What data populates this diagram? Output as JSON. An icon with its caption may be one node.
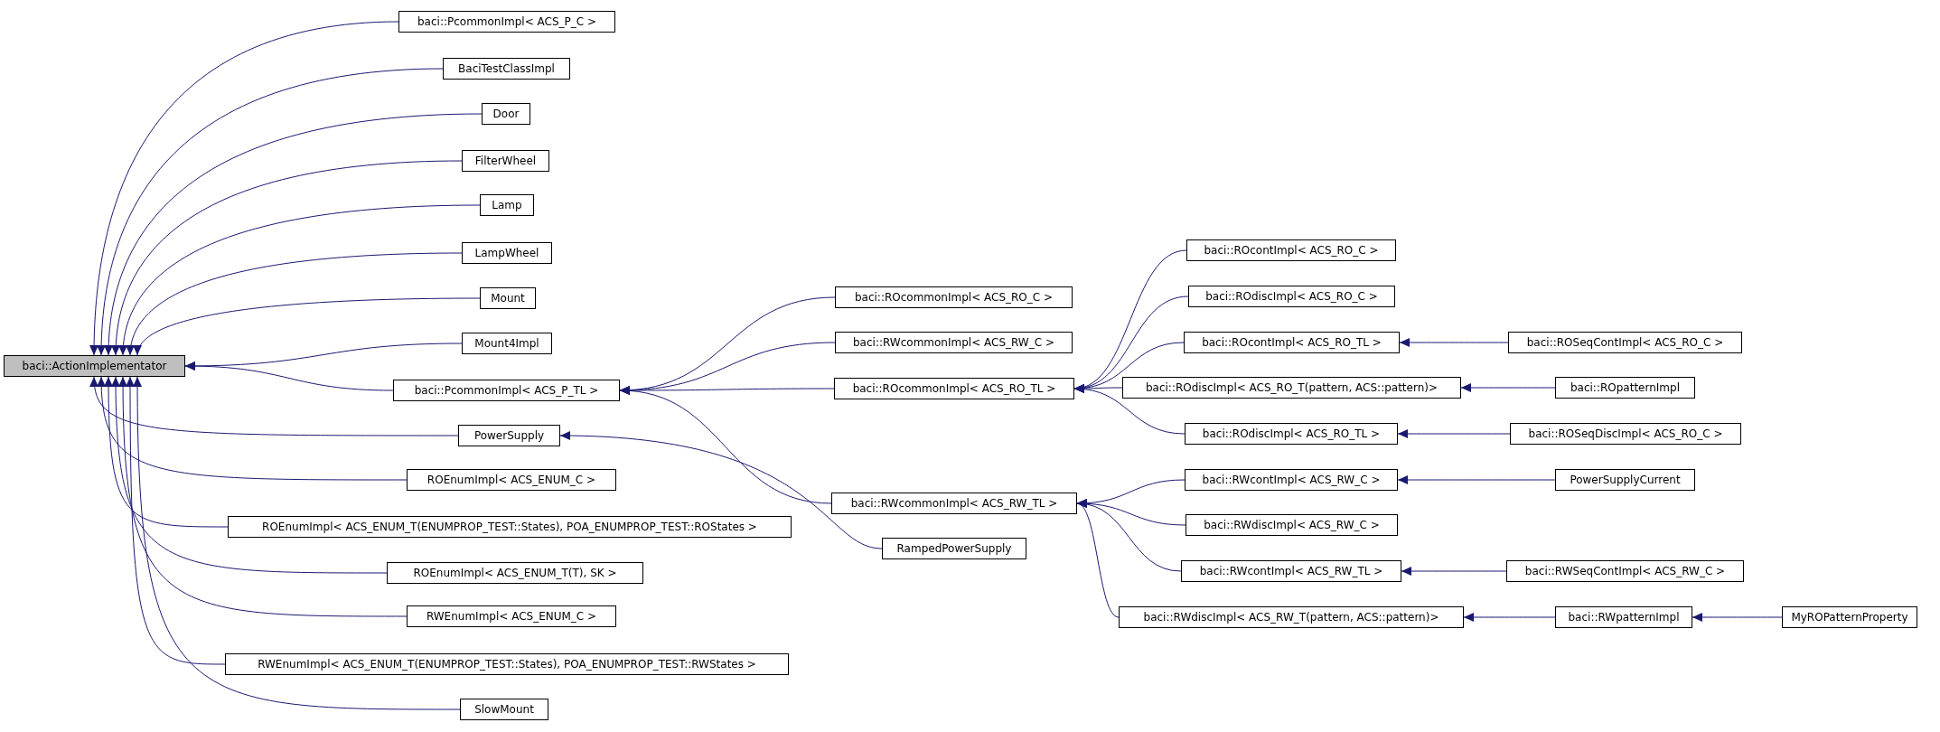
{
  "diagram": {
    "nodes": [
      {
        "text": [
          "baci::ActionImplementator"
        ]
      },
      {
        "text": [
          "baci::PcommonImpl< ACS_P_C >"
        ]
      },
      {
        "text": [
          "BaciTestClassImpl"
        ]
      },
      {
        "text": [
          "Door"
        ]
      },
      {
        "text": [
          "FilterWheel"
        ]
      },
      {
        "text": [
          "Lamp"
        ]
      },
      {
        "text": [
          "LampWheel"
        ]
      },
      {
        "text": [
          "Mount"
        ]
      },
      {
        "text": [
          "Mount4Impl"
        ]
      },
      {
        "text": [
          "baci::PcommonImpl< ACS_P_TL >"
        ]
      },
      {
        "text": [
          "PowerSupply"
        ]
      },
      {
        "text": [
          "ROEnumImpl< ACS_ENUM_C >"
        ]
      },
      {
        "text": [
          "ROEnumImpl< ACS_ENUM_T(ENUMPROP_TEST::States), POA_ENUMPROP_TEST::ROStates >"
        ]
      },
      {
        "text": [
          "ROEnumImpl< ACS_ENUM_T(T), SK >"
        ]
      },
      {
        "text": [
          "RWEnumImpl< ACS_ENUM_C >"
        ]
      },
      {
        "text": [
          "RWEnumImpl< ACS_ENUM_T(ENUMPROP_TEST::States), POA_ENUMPROP_TEST::RWStates >"
        ]
      },
      {
        "text": [
          "SlowMount"
        ]
      },
      {
        "text": [
          "baci::ROcommonImpl< ACS_RO_C >"
        ]
      },
      {
        "text": [
          "baci::RWcommonImpl< ACS_RW_C >"
        ]
      },
      {
        "text": [
          "baci::ROcommonImpl< ACS_RO_TL >"
        ]
      },
      {
        "text": [
          "baci::RWcommonImpl< ACS_RW_TL >"
        ]
      },
      {
        "text": [
          "RampedPowerSupply"
        ]
      },
      {
        "text": [
          "baci::ROcontImpl< ACS_RO_C >"
        ]
      },
      {
        "text": [
          "baci::ROdiscImpl< ACS_RO_C >"
        ]
      },
      {
        "text": [
          "baci::ROcontImpl< ACS_RO_TL >"
        ]
      },
      {
        "text": [
          "baci::ROdiscImpl< ACS_RO_T(pattern, ACS::pattern)>"
        ]
      },
      {
        "text": [
          "baci::ROdiscImpl< ACS_RO_TL >"
        ]
      },
      {
        "text": [
          "baci::RWcontImpl< ACS_RW_C >"
        ]
      },
      {
        "text": [
          "baci::RWdiscImpl< ACS_RW_C >"
        ]
      },
      {
        "text": [
          "baci::RWcontImpl< ACS_RW_TL >"
        ]
      },
      {
        "text": [
          "baci::RWdiscImpl< ACS_RW_T(pattern, ACS::pattern)>"
        ]
      },
      {
        "text": [
          "baci::ROSeqContImpl< ACS_RO_C >"
        ]
      },
      {
        "text": [
          "baci::ROpatternImpl"
        ]
      },
      {
        "text": [
          "baci::ROSeqDiscImpl< ACS_RO_C >"
        ]
      },
      {
        "text": [
          "PowerSupplyCurrent"
        ]
      },
      {
        "text": [
          "baci::RWSeqContImpl< ACS_RW_C >"
        ]
      },
      {
        "text": [
          "baci::RWpatternImpl"
        ]
      },
      {
        "text": [
          "MyROPatternProperty"
        ]
      }
    ],
    "edges": [
      {
        "from": 1,
        "to": 0,
        "arrow": "to"
      },
      {
        "from": 2,
        "to": 0,
        "arrow": "to"
      },
      {
        "from": 3,
        "to": 0,
        "arrow": "to"
      },
      {
        "from": 4,
        "to": 0,
        "arrow": "to"
      },
      {
        "from": 5,
        "to": 0,
        "arrow": "to"
      },
      {
        "from": 6,
        "to": 0,
        "arrow": "to"
      },
      {
        "from": 7,
        "to": 0,
        "arrow": "to"
      },
      {
        "from": 8,
        "to": 0,
        "arrow": "to"
      },
      {
        "from": 9,
        "to": 0,
        "arrow": "to"
      },
      {
        "from": 10,
        "to": 0,
        "arrow": "to"
      },
      {
        "from": 11,
        "to": 0,
        "arrow": "to"
      },
      {
        "from": 12,
        "to": 0,
        "arrow": "to"
      },
      {
        "from": 13,
        "to": 0,
        "arrow": "to"
      },
      {
        "from": 14,
        "to": 0,
        "arrow": "to"
      },
      {
        "from": 15,
        "to": 0,
        "arrow": "to"
      },
      {
        "from": 16,
        "to": 0,
        "arrow": "to"
      },
      {
        "from": 17,
        "to": 9,
        "arrow": "to"
      },
      {
        "from": 18,
        "to": 9,
        "arrow": "to"
      },
      {
        "from": 19,
        "to": 9,
        "arrow": "to"
      },
      {
        "from": 20,
        "to": 9,
        "arrow": "to"
      },
      {
        "from": 21,
        "to": 10,
        "arrow": "to"
      },
      {
        "from": 22,
        "to": 19,
        "arrow": "to"
      },
      {
        "from": 23,
        "to": 19,
        "arrow": "to"
      },
      {
        "from": 24,
        "to": 19,
        "arrow": "to"
      },
      {
        "from": 25,
        "to": 19,
        "arrow": "to"
      },
      {
        "from": 26,
        "to": 19,
        "arrow": "to"
      },
      {
        "from": 27,
        "to": 20,
        "arrow": "to"
      },
      {
        "from": 28,
        "to": 20,
        "arrow": "to"
      },
      {
        "from": 29,
        "to": 20,
        "arrow": "to"
      },
      {
        "from": 30,
        "to": 20,
        "arrow": "to"
      },
      {
        "from": 31,
        "to": 24,
        "arrow": "to"
      },
      {
        "from": 32,
        "to": 25,
        "arrow": "to"
      },
      {
        "from": 33,
        "to": 26,
        "arrow": "to"
      },
      {
        "from": 34,
        "to": 27,
        "arrow": "to"
      },
      {
        "from": 35,
        "to": 29,
        "arrow": "to"
      },
      {
        "from": 36,
        "to": 30,
        "arrow": "to"
      },
      {
        "from": 37,
        "to": 36,
        "arrow": "to"
      }
    ]
  }
}
